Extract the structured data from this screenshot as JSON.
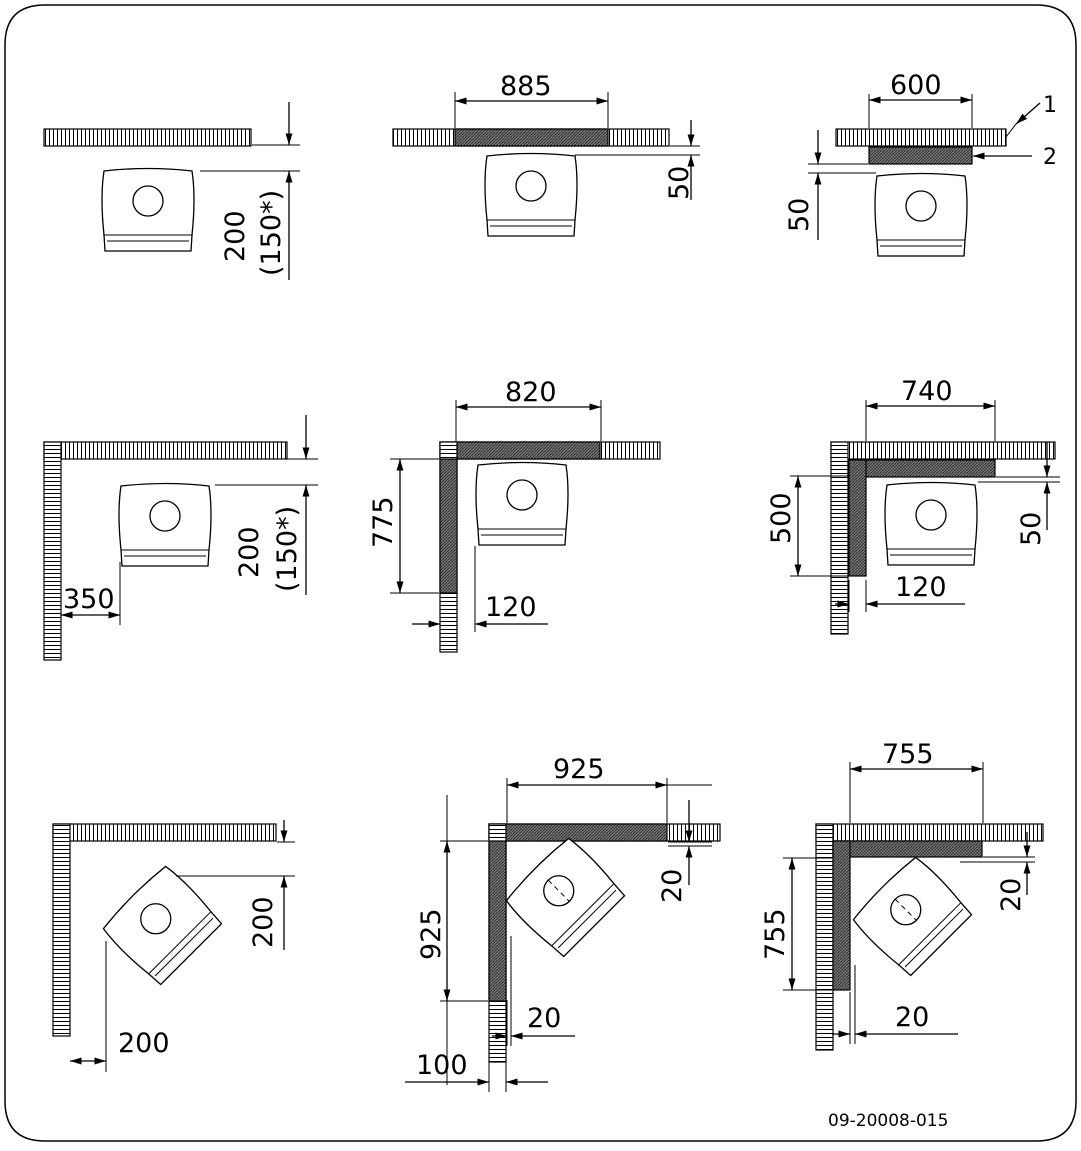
{
  "figure": {
    "drawing_code": "09-20008-015",
    "legend_markers": [
      "1",
      "2"
    ],
    "row1": {
      "a": {
        "dim_main": "200",
        "dim_alt": "(150*)"
      },
      "b": {
        "width": "885",
        "gap": "50"
      },
      "c": {
        "width": "600",
        "gap": "50"
      }
    },
    "row2": {
      "a": {
        "dim_main": "200",
        "dim_alt": "(150*)",
        "side": "350"
      },
      "b": {
        "width": "820",
        "height": "775",
        "side": "120"
      },
      "c": {
        "width": "740",
        "height": "500",
        "gap": "50",
        "side": "120"
      }
    },
    "row3": {
      "a": {
        "back": "200",
        "side": "200"
      },
      "b": {
        "width": "925",
        "height": "925",
        "gap": "20",
        "side": "20",
        "offset": "100"
      },
      "c": {
        "width": "755",
        "height": "755",
        "gap": "20",
        "side": "20"
      }
    }
  }
}
